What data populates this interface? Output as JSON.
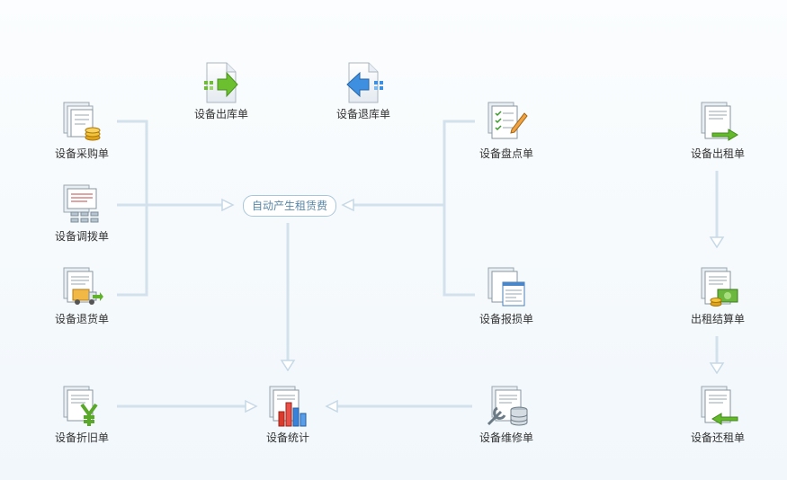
{
  "nodes": {
    "out_stock": "设备出库单",
    "return_stock": "设备退库单",
    "purchase": "设备采购单",
    "transfer": "设备调拨单",
    "return_goods": "设备退货单",
    "depreciation": "设备折旧单",
    "statistics": "设备统计",
    "inventory": "设备盘点单",
    "loss": "设备报损单",
    "maintenance": "设备维修单",
    "rent_out": "设备出租单",
    "rent_settle": "出租结算单",
    "rent_return": "设备还租单"
  },
  "auto_rent": "自动产生租赁费",
  "colors": {
    "line": "#d5e3ee",
    "arrow": "#c7d9e6",
    "accent": "#4f8fbf"
  }
}
